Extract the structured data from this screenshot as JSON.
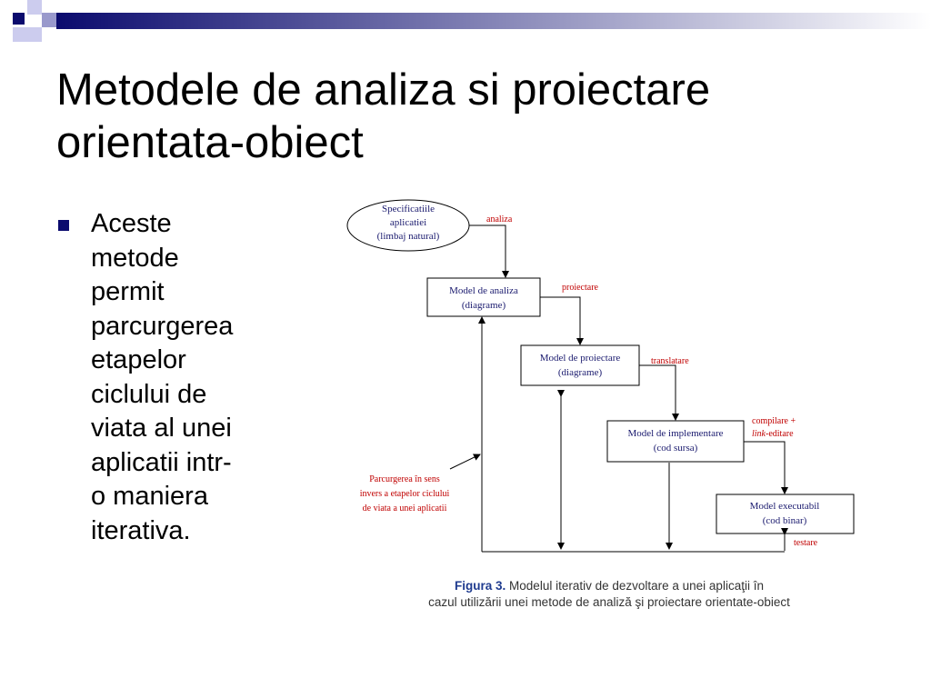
{
  "slide": {
    "title_line1": "Metodele de analiza si proiectare",
    "title_line2": "orientata-obiect",
    "bullet_lines": [
      "Aceste",
      "metode",
      "permit",
      "parcurgerea",
      "etapelor",
      "ciclului de",
      "viata al unei",
      "aplicatii intr-",
      "o maniera",
      "iterativa."
    ]
  },
  "colors": {
    "accent_navy": "#0b0b6e",
    "node_text": "#1a1a6e",
    "edge_label": "#c00000",
    "caption_label": "#1f3b8f"
  },
  "diagram": {
    "nodes": {
      "spec": [
        "Specificatiile",
        "aplicatiei",
        "(limbaj natural)"
      ],
      "model_analiza": [
        "Model de analiza",
        "(diagrame)"
      ],
      "model_proiectare": [
        "Model de proiectare",
        "(diagrame)"
      ],
      "model_implementare": [
        "Model de implementare",
        "(cod sursa)"
      ],
      "model_executabil": [
        "Model executabil",
        "(cod binar)"
      ]
    },
    "edges": {
      "analiza": "analiza",
      "proiectare": "proiectare",
      "translatare": "translatare",
      "compilare_line1": "compilare +",
      "compilare_italic": "link",
      "compilare_rest": "-editare",
      "testare": "testare"
    },
    "reverse_note": [
      "Parcurgerea în sens",
      "invers a etapelor ciclului",
      "de viata a unei aplicatii"
    ]
  },
  "caption": {
    "label": "Figura 3.",
    "line1_rest": " Modelul iterativ de dezvoltare a unei aplicaţii în",
    "line2": "cazul utilizării unei metode de analiză şi proiectare orientate-obiect"
  }
}
